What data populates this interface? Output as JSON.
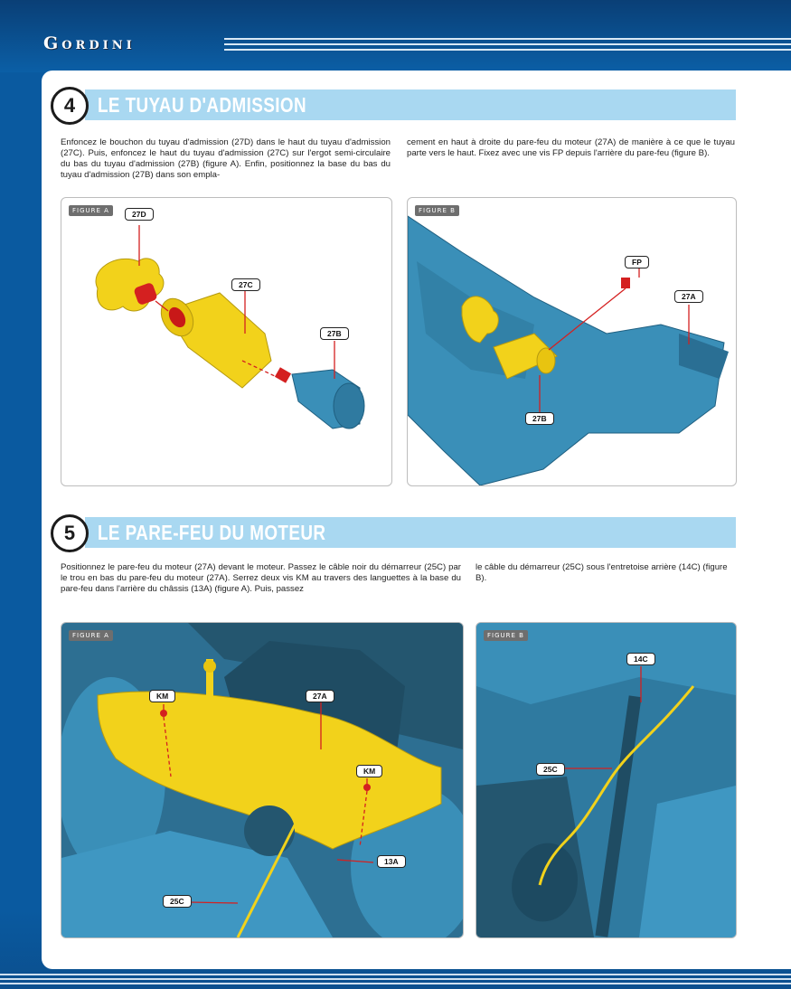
{
  "header": {
    "logo_text": "Gordini"
  },
  "section4": {
    "number": "4",
    "title": "LE TUYAU D'ADMISSION",
    "text_left": "Enfoncez le bouchon du tuyau d'admission (27D) dans le haut du tuyau d'admission (27C). Puis, enfoncez le haut du tuyau d'admission (27C) sur l'ergot semi-circulaire du bas du tuyau d'admission (27B) (figure A). Enfin, positionnez la base du bas du tuyau d'admission (27B) dans son empla-",
    "text_right": "cement en haut à droite du pare-feu du moteur (27A) de manière à ce que le tuyau parte vers le haut. Fixez avec une vis FP depuis l'arrière du pare-feu (figure B).",
    "figure_a": {
      "tag": "FIGURE A",
      "labels": {
        "l1": "27D",
        "l2": "27C",
        "l3": "27B"
      }
    },
    "figure_b": {
      "tag": "FIGURE B",
      "labels": {
        "l1": "FP",
        "l2": "27A",
        "l3": "27B"
      }
    }
  },
  "section5": {
    "number": "5",
    "title": "LE PARE-FEU DU MOTEUR",
    "text_left": "Positionnez le pare-feu du moteur (27A) devant le moteur. Passez le câble noir du démarreur (25C) par le trou en bas du pare-feu du moteur (27A). Serrez deux vis KM au travers des languettes à la base du pare-feu dans l'arrière du châssis (13A) (figure A). Puis, passez",
    "text_right": "le câble du démarreur (25C) sous l'entretoise arrière (14C) (figure B).",
    "figure_a": {
      "tag": "FIGURE A",
      "labels": {
        "l1": "KM",
        "l2": "27A",
        "l3": "KM",
        "l4": "13A",
        "l5": "25C"
      }
    },
    "figure_b": {
      "tag": "FIGURE B",
      "labels": {
        "l1": "14C",
        "l2": "25C"
      }
    }
  },
  "colors": {
    "section_bar": "#a9d8f1",
    "part_yellow": "#f2d21b",
    "part_blue": "#3a8fb8",
    "screw_red": "#d42020",
    "background_blue": "#0a5aa0"
  }
}
